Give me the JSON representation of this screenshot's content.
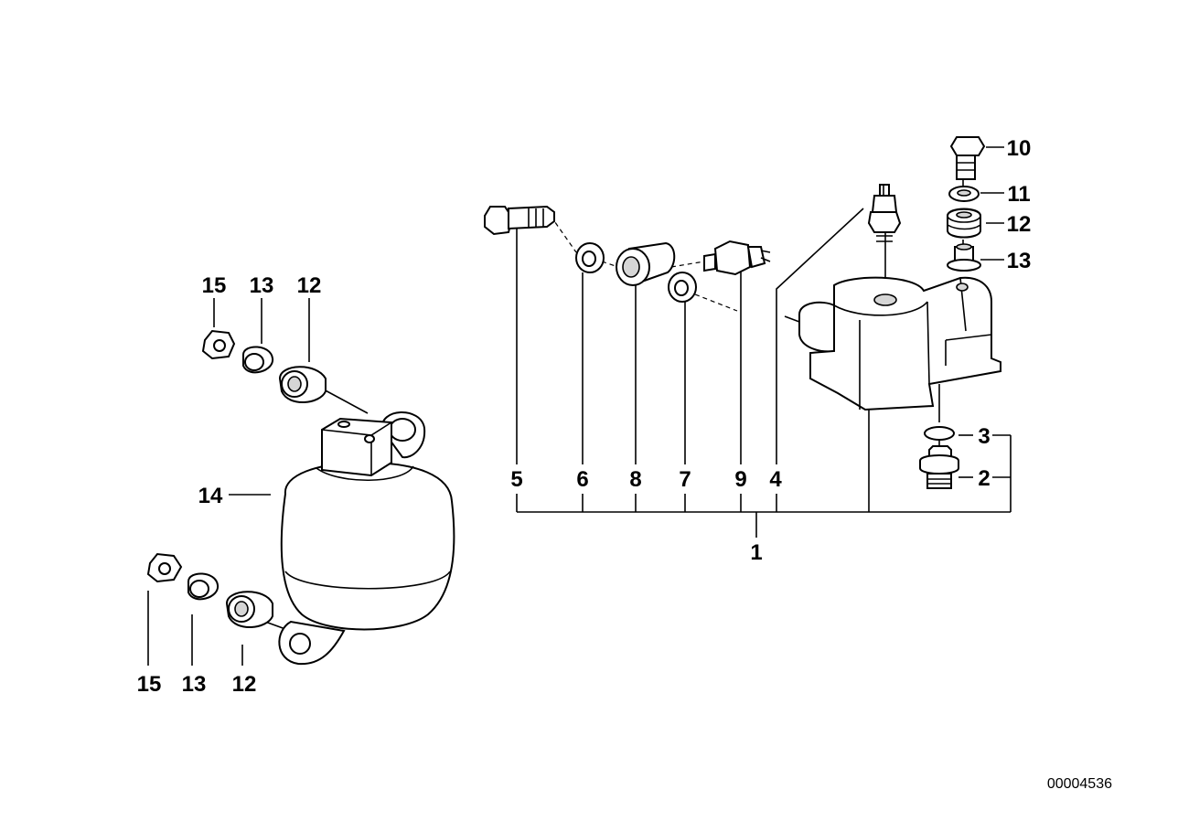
{
  "labels": {
    "l1": "1",
    "l2": "2",
    "l3": "3",
    "l4": "4",
    "l5": "5",
    "l6": "6",
    "l7": "7",
    "l8": "8",
    "l9": "9",
    "l10": "10",
    "l11": "11",
    "l12a": "12",
    "l13a": "13",
    "l15b": "15",
    "l13b": "13",
    "l12b": "12",
    "l14": "14",
    "l15c": "15",
    "l13c": "13",
    "l12c": "12"
  },
  "reference_number": "00004536"
}
